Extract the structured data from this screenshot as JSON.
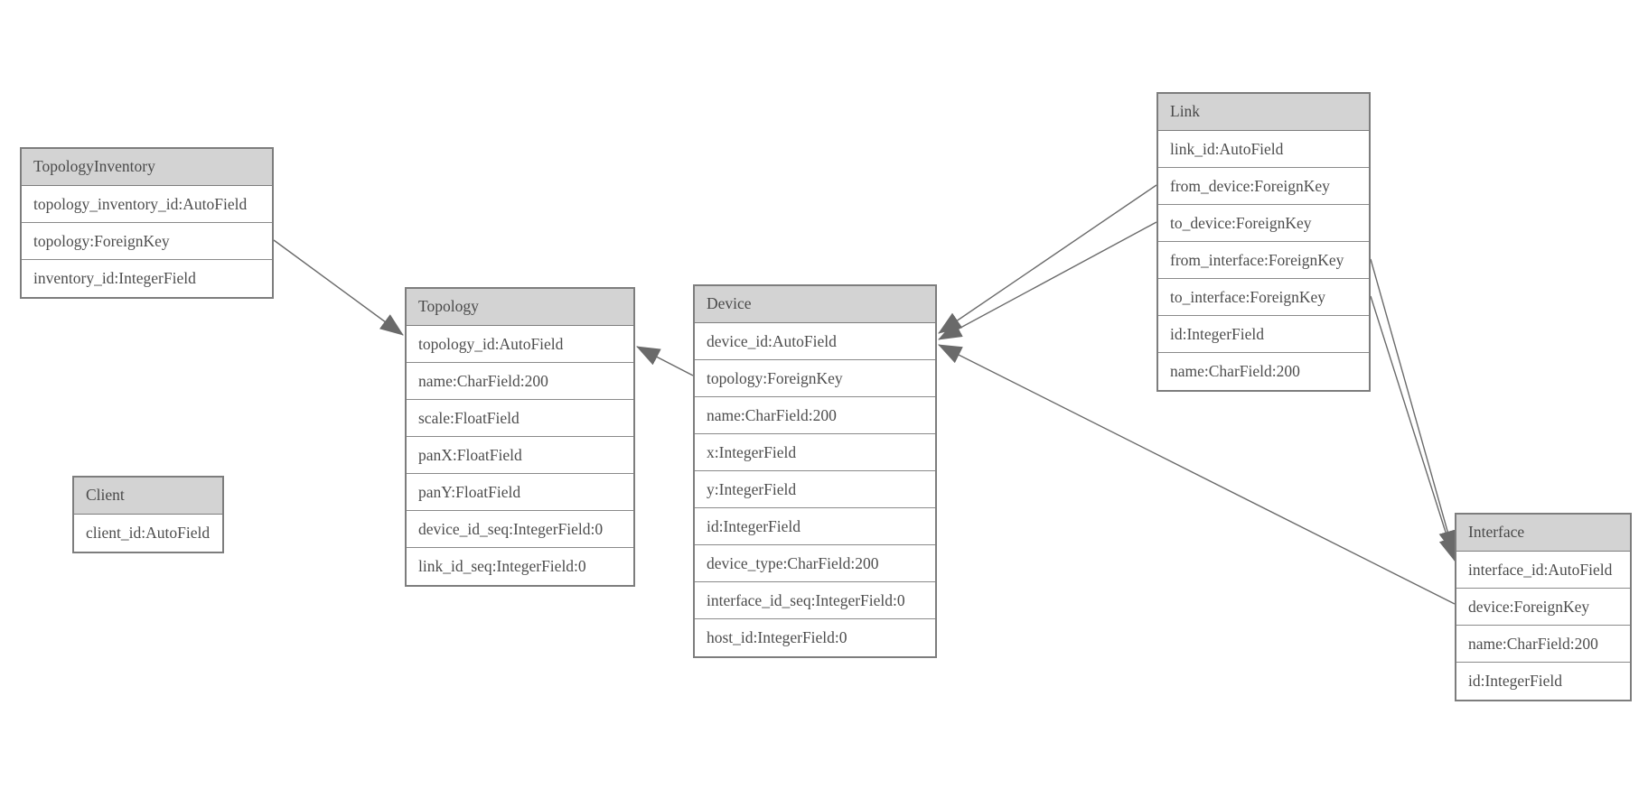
{
  "diagram": {
    "type": "entity-relationship-model",
    "colors": {
      "header_fill": "#d3d3d3",
      "box_border": "#7d7d7d",
      "row_border": "#8a8a8a",
      "text": "#4d4d4d",
      "connector": "#6a6a6a",
      "background": "#ffffff"
    },
    "entities": [
      {
        "name": "TopologyInventory",
        "fields": [
          "topology_inventory_id:AutoField",
          "topology:ForeignKey",
          "inventory_id:IntegerField"
        ]
      },
      {
        "name": "Topology",
        "fields": [
          "topology_id:AutoField",
          "name:CharField:200",
          "scale:FloatField",
          "panX:FloatField",
          "panY:FloatField",
          "device_id_seq:IntegerField:0",
          "link_id_seq:IntegerField:0"
        ]
      },
      {
        "name": "Client",
        "fields": [
          "client_id:AutoField"
        ]
      },
      {
        "name": "Device",
        "fields": [
          "device_id:AutoField",
          "topology:ForeignKey",
          "name:CharField:200",
          "x:IntegerField",
          "y:IntegerField",
          "id:IntegerField",
          "device_type:CharField:200",
          "interface_id_seq:IntegerField:0",
          "host_id:IntegerField:0"
        ]
      },
      {
        "name": "Link",
        "fields": [
          "link_id:AutoField",
          "from_device:ForeignKey",
          "to_device:ForeignKey",
          "from_interface:ForeignKey",
          "to_interface:ForeignKey",
          "id:IntegerField",
          "name:CharField:200"
        ]
      },
      {
        "name": "Interface",
        "fields": [
          "interface_id:AutoField",
          "device:ForeignKey",
          "name:CharField:200",
          "id:IntegerField"
        ]
      }
    ],
    "relations": [
      {
        "from_entity": "TopologyInventory",
        "from_field": "topology",
        "to_entity": "Topology"
      },
      {
        "from_entity": "Device",
        "from_field": "topology",
        "to_entity": "Topology"
      },
      {
        "from_entity": "Link",
        "from_field": "from_device",
        "to_entity": "Device"
      },
      {
        "from_entity": "Link",
        "from_field": "to_device",
        "to_entity": "Device"
      },
      {
        "from_entity": "Link",
        "from_field": "from_interface",
        "to_entity": "Interface"
      },
      {
        "from_entity": "Link",
        "from_field": "to_interface",
        "to_entity": "Interface"
      },
      {
        "from_entity": "Interface",
        "from_field": "device",
        "to_entity": "Device"
      }
    ]
  }
}
